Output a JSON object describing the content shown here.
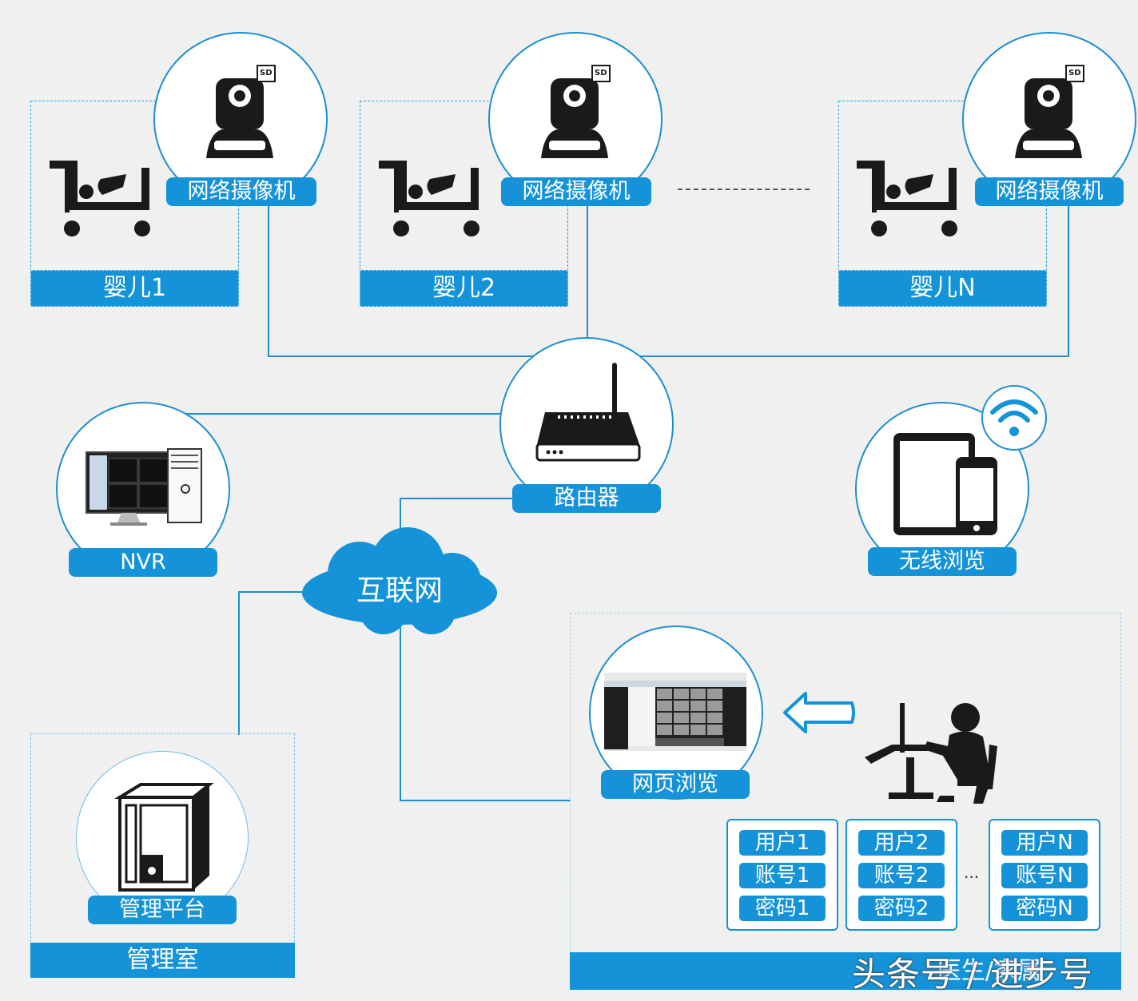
{
  "cameras": [
    {
      "camera_label": "网络摄像机",
      "sd": "SD",
      "baby_label": "婴儿1"
    },
    {
      "camera_label": "网络摄像机",
      "sd": "SD",
      "baby_label": "婴儿2"
    },
    {
      "camera_label": "网络摄像机",
      "sd": "SD",
      "baby_label": "婴儿N"
    }
  ],
  "router": {
    "label": "路由器"
  },
  "nvr": {
    "label": "NVR"
  },
  "internet": {
    "label": "互联网"
  },
  "wireless": {
    "label": "无线浏览"
  },
  "web": {
    "label": "网页浏览"
  },
  "management": {
    "platform_label": "管理平台",
    "room_label": "管理室"
  },
  "users": [
    {
      "user": "用户1",
      "account": "账号1",
      "password": "密码1"
    },
    {
      "user": "用户2",
      "account": "账号2",
      "password": "密码2"
    },
    {
      "user": "用户N",
      "account": "账号N",
      "password": "密码N"
    }
  ],
  "ellipsis": "...",
  "family_area": {
    "label": "医生/家属"
  },
  "watermark": "头条号 / 进步号",
  "colors": {
    "accent": "#1493d9",
    "line": "#1d8fd0",
    "background": "#f0f0f0",
    "icon": "#1a1a1a"
  }
}
